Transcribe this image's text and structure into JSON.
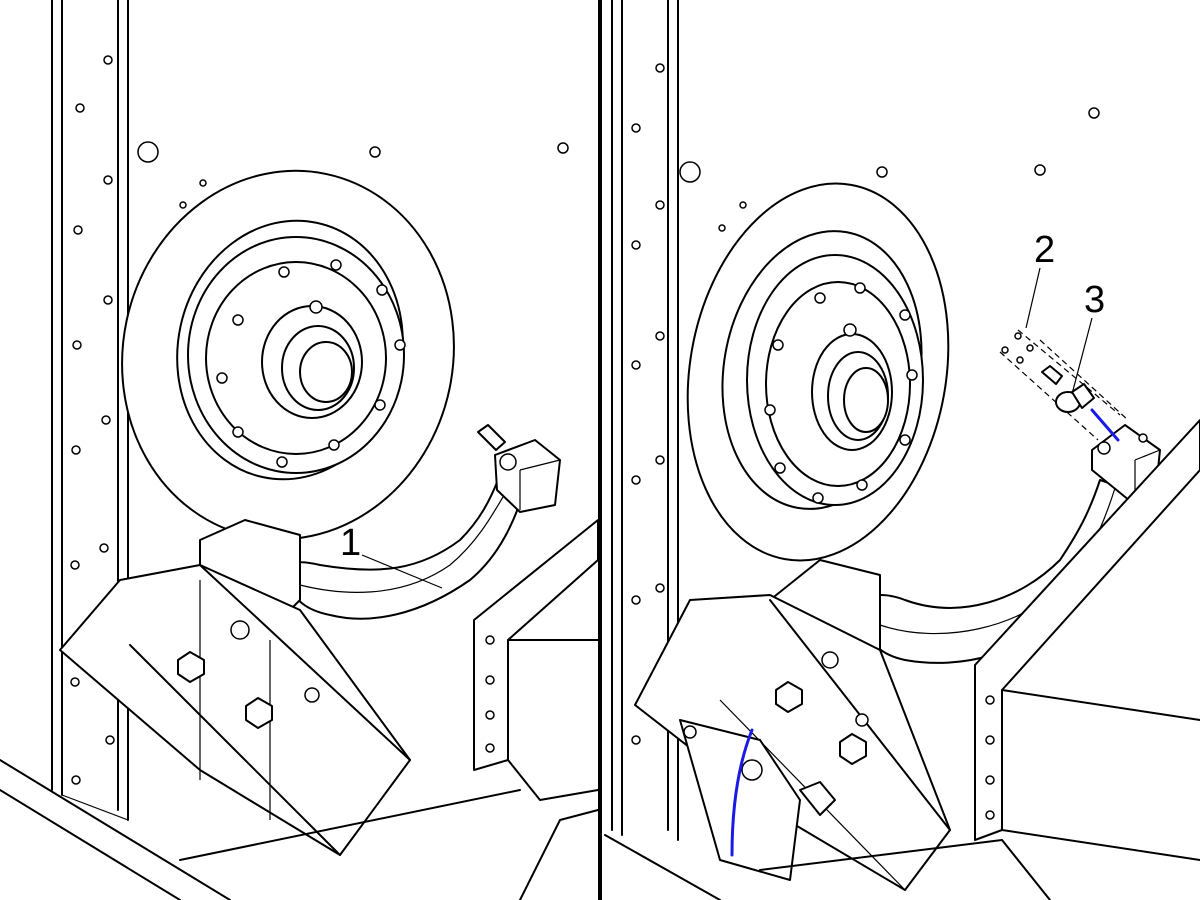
{
  "figure": {
    "panels": [
      {
        "id": "left",
        "callouts": [
          {
            "label": "1"
          }
        ]
      },
      {
        "id": "right",
        "callouts": [
          {
            "label": "2"
          },
          {
            "label": "3"
          }
        ]
      }
    ],
    "colors": {
      "line": "#000000",
      "background": "#ffffff",
      "cable": "#1a1ae6"
    }
  }
}
